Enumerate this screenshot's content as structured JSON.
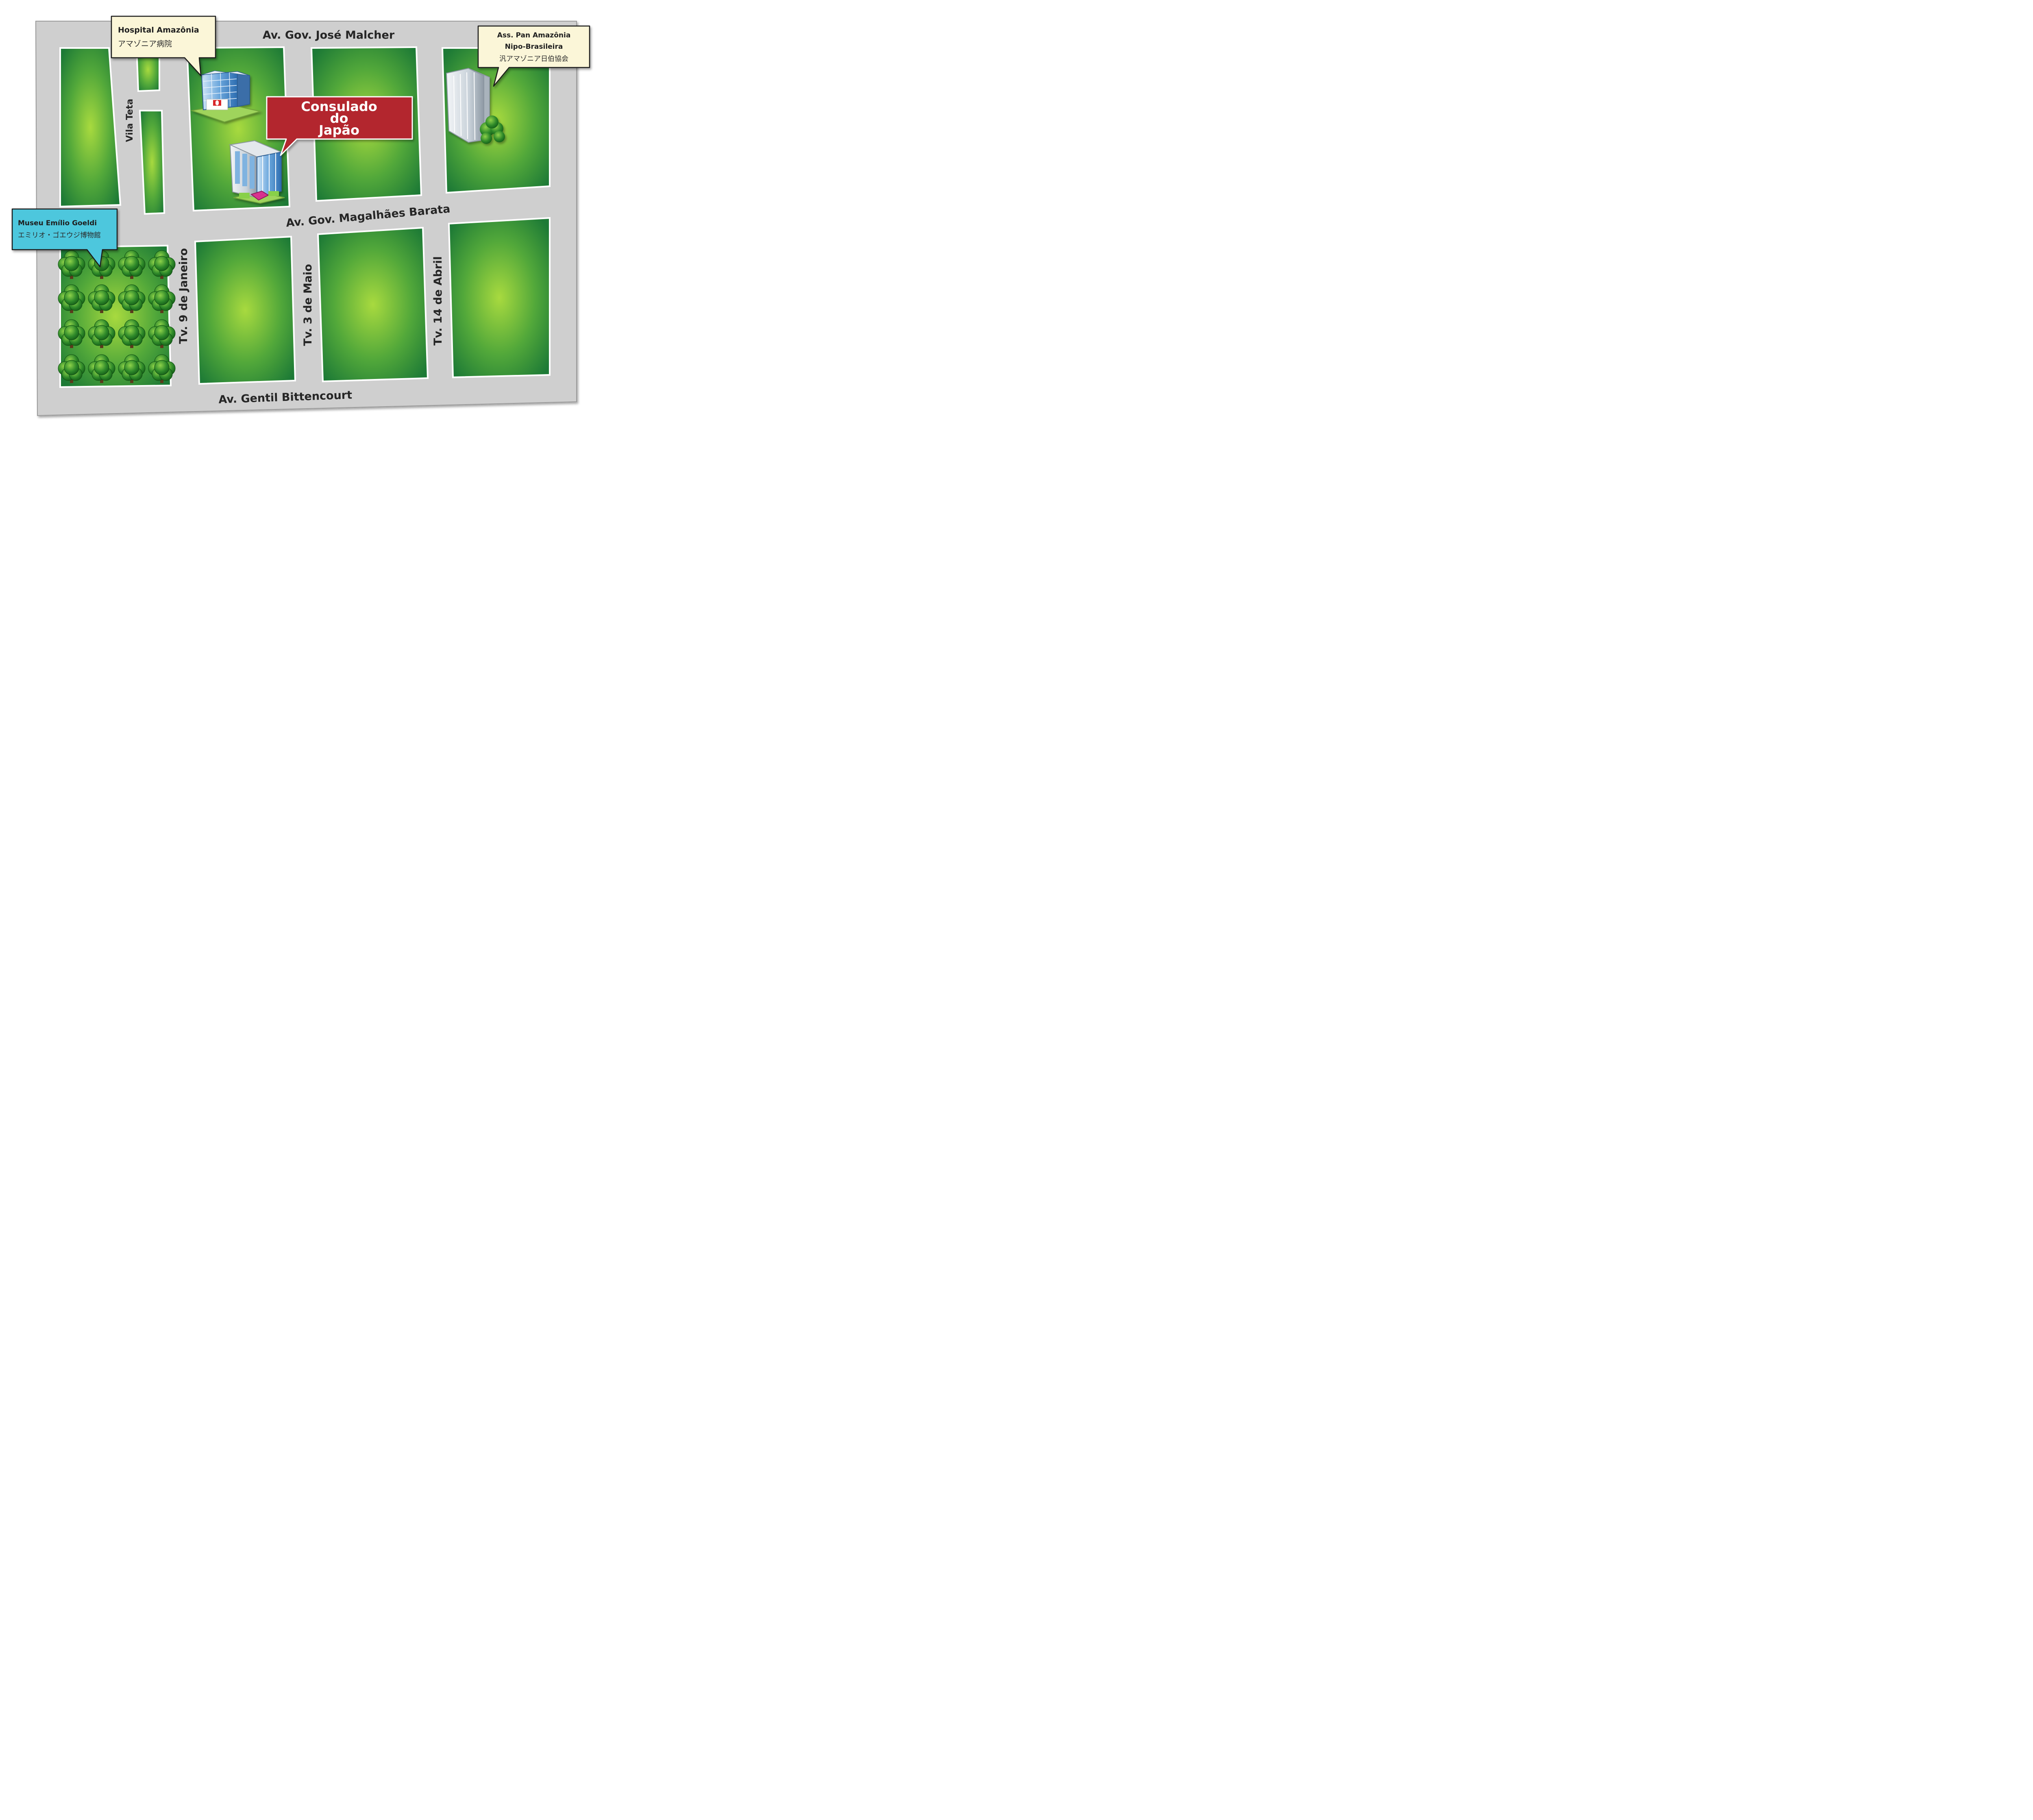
{
  "streets": {
    "north": "Av. Gov. José Malcher",
    "middle": "Av. Gov. Magalhães Barata",
    "south": "Av. Gentil Bittencourt",
    "alley": "Vila Teta",
    "tv_9_janeiro": "Tv. 9 de Janeiro",
    "tv_3_maio": "Tv. 3 de Maio",
    "tv_14_abril": "Tv. 14 de Abril"
  },
  "landmarks": {
    "hospital": {
      "name": "Hospital Amazônia",
      "name_jp": "アマゾニア病院"
    },
    "association": {
      "line1": "Ass. Pan Amazônia",
      "line2": "Nipo-Brasileira",
      "name_jp": "汎アマゾニア日伯協会"
    },
    "consulate": {
      "line1": "Consulado",
      "line2": "do",
      "line3": "Japão"
    },
    "museum": {
      "name": "Museu Emílio Goeldi",
      "name_jp": "エミリオ・ゴエウジ博物館"
    }
  },
  "colors": {
    "road": "#cfcfcf",
    "block_center": "#a6d83e",
    "block_edge": "#1e7b37",
    "consulate_callout": "#b3282d",
    "museum_callout": "#4ec7dd",
    "info_callout": "#fbf6d8"
  },
  "icons": {
    "hospital": "hospital-building-icon",
    "association": "skyscraper-icon",
    "consulate": "office-building-icon",
    "museum": "tree-grove-icon"
  }
}
